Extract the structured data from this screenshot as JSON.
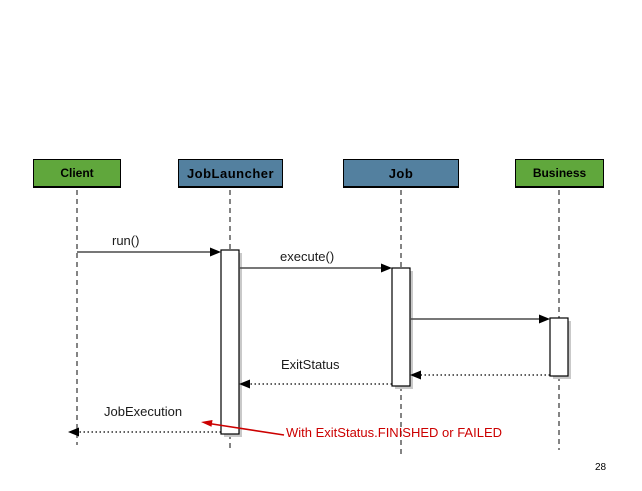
{
  "page": {
    "background": "#ffffff",
    "page_number": "28"
  },
  "diagram": {
    "type": "uml-sequence",
    "actors": [
      {
        "id": "client",
        "label": "Client",
        "color": "#60A73C"
      },
      {
        "id": "joblauncher",
        "label": "JobLauncher",
        "color": "#53809F"
      },
      {
        "id": "job",
        "label": "Job",
        "color": "#53809F"
      },
      {
        "id": "business",
        "label": "Business",
        "color": "#60A73C"
      }
    ],
    "messages": [
      {
        "from": "client",
        "to": "joblauncher",
        "label": "run()",
        "style": "solid"
      },
      {
        "from": "joblauncher",
        "to": "job",
        "label": "execute()",
        "style": "solid"
      },
      {
        "from": "job",
        "to": "business",
        "label": "",
        "style": "solid"
      },
      {
        "from": "business",
        "to": "job",
        "label": "",
        "style": "dotted"
      },
      {
        "from": "job",
        "to": "joblauncher",
        "label": "ExitStatus",
        "style": "dotted"
      },
      {
        "from": "joblauncher",
        "to": "client",
        "label": "JobExecution",
        "style": "dotted"
      }
    ],
    "annotation": {
      "text": "With ExitStatus.FINISHED or FAILED",
      "color": "#CC0000"
    }
  }
}
